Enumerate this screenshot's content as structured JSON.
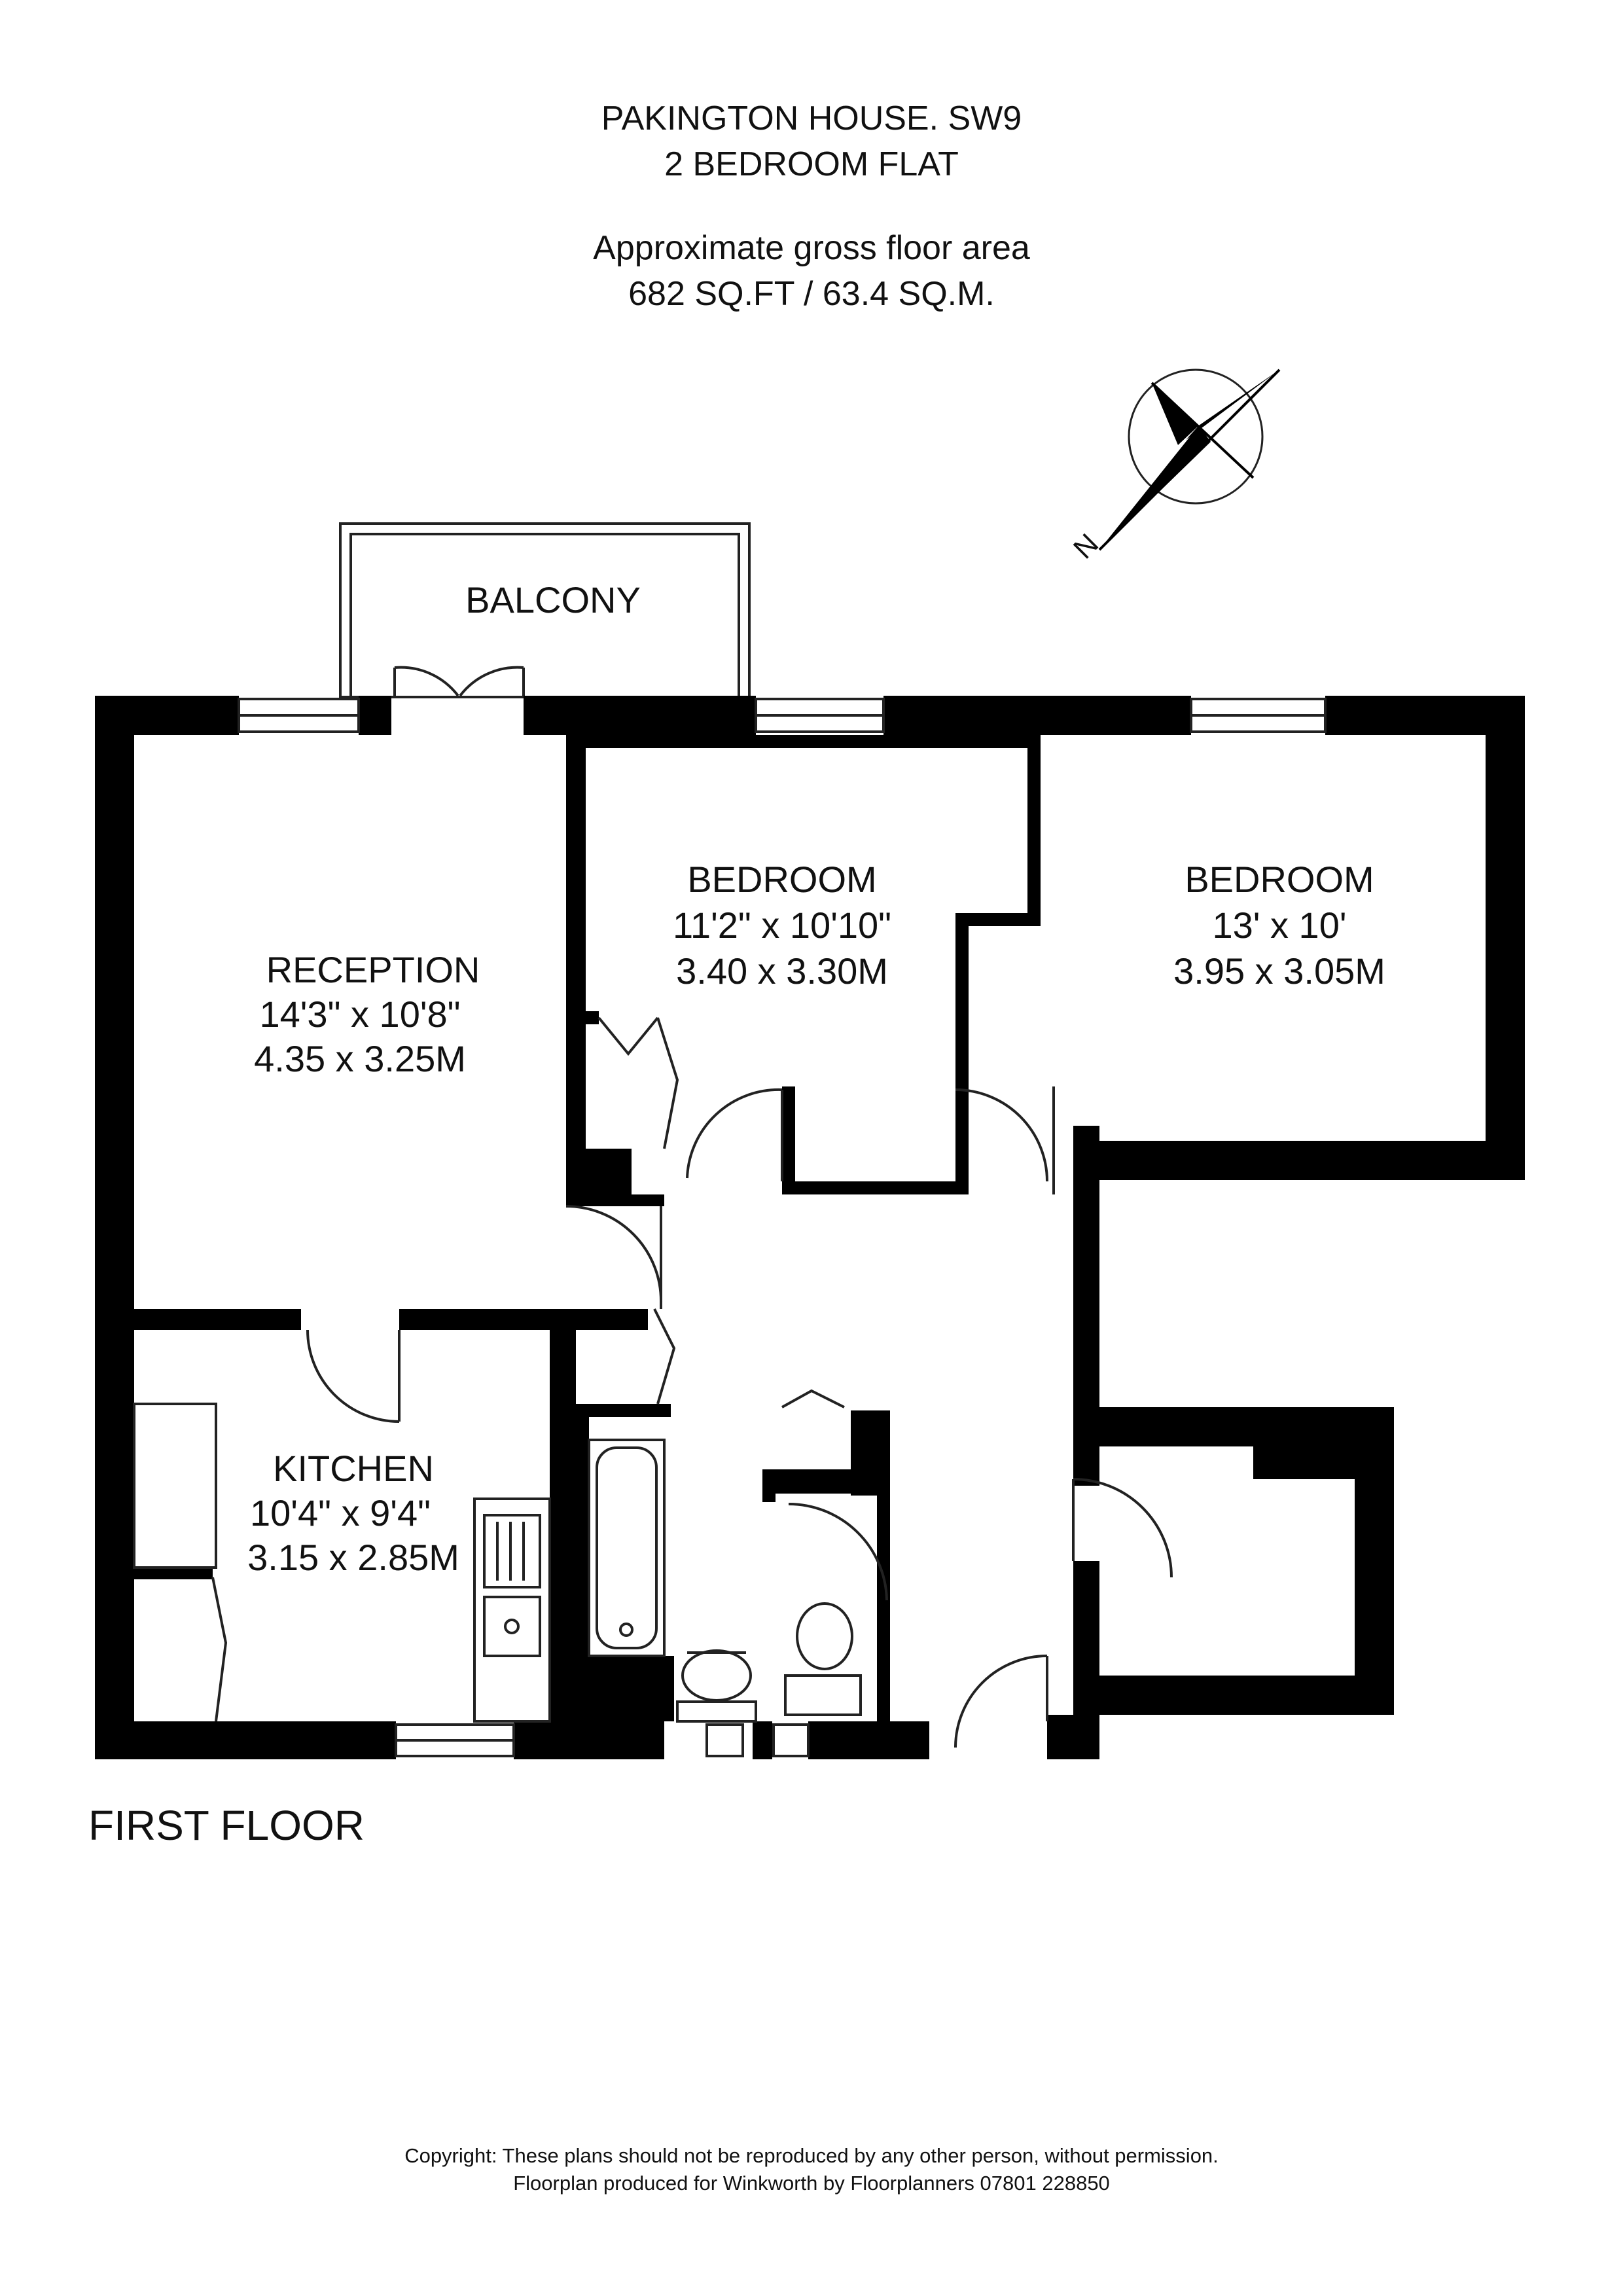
{
  "header": {
    "property": "PAKINGTON HOUSE. SW9",
    "type": "2 BEDROOM FLAT",
    "area_label": "Approximate gross floor area",
    "area_value": "682 SQ.FT / 63.4 SQ.M."
  },
  "compass": {
    "letter": "N"
  },
  "rooms": {
    "balcony": {
      "name": "BALCONY"
    },
    "reception": {
      "name": "RECEPTION",
      "imperial": "14'3\" x 10'8\"",
      "metric": "4.35 x 3.25M"
    },
    "bedroom1": {
      "name": "BEDROOM",
      "imperial": "11'2\" x 10'10\"",
      "metric": "3.40 x 3.30M"
    },
    "bedroom2": {
      "name": "BEDROOM",
      "imperial": "13' x 10'",
      "metric": "3.95 x 3.05M"
    },
    "kitchen": {
      "name": "KITCHEN",
      "imperial": "10'4\" x 9'4\"",
      "metric": "3.15 x 2.85M"
    }
  },
  "floor_label": "FIRST FLOOR",
  "footer": {
    "copyright": "Copyright: These plans should not be reproduced by any other person, without permission.",
    "producer": "Floorplan produced for Winkworth by Floorplanners 07801 228850"
  },
  "colors": {
    "wall": "#000000",
    "line": "#222222",
    "background": "#ffffff"
  }
}
